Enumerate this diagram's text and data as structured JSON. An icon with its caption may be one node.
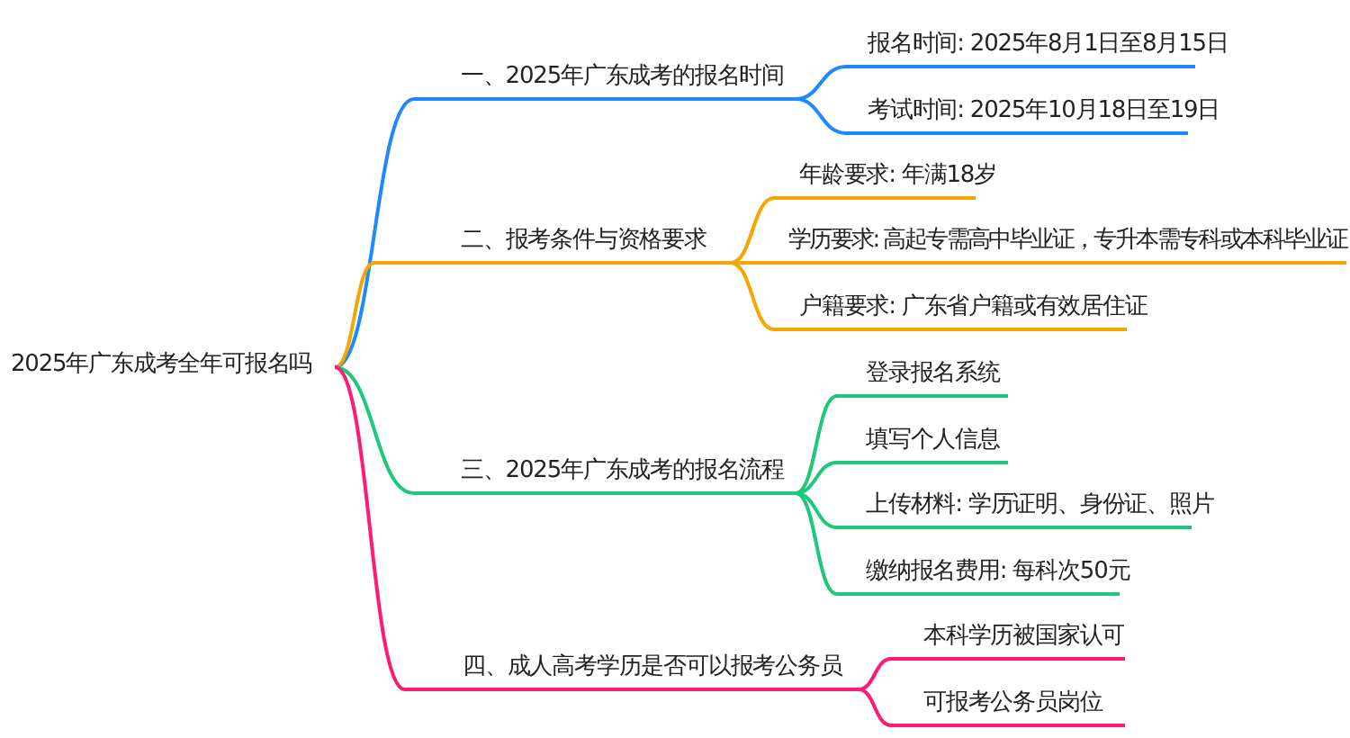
{
  "diagram": {
    "nodes": [
      {
        "text": [
          "2025年广东成考全年可报名吗"
        ]
      },
      {
        "text": [
          "一、2025年广东成考的报名时间"
        ]
      },
      {
        "text": [
          "报名时间: 2025年8月1日至8月15日"
        ]
      },
      {
        "text": [
          "考试时间: 2025年10月18日至19日"
        ]
      },
      {
        "text": [
          "二、报考条件与资格要求"
        ]
      },
      {
        "text": [
          "年龄要求: 年满18岁"
        ]
      },
      {
        "text": [
          "学历要求: 高起专需高中毕业证，专升本需专科或本科毕业证"
        ]
      },
      {
        "text": [
          "户籍要求: 广东省户籍或有效居住证"
        ]
      },
      {
        "text": [
          "三、2025年广东成考的报名流程"
        ]
      },
      {
        "text": [
          "登录报名系统"
        ]
      },
      {
        "text": [
          "填写个人信息"
        ]
      },
      {
        "text": [
          "上传材料: 学历证明、身份证、照片"
        ]
      },
      {
        "text": [
          "缴纳报名费用: 每科次50元"
        ]
      },
      {
        "text": [
          "四、成人高考学历是否可以报考公务员"
        ]
      },
      {
        "text": [
          "本科学历被国家认可"
        ]
      },
      {
        "text": [
          "可报考公务员岗位"
        ]
      }
    ],
    "edges": [
      {
        "from": 0,
        "to": 1,
        "arrow": "none",
        "color": "#1e88ff"
      },
      {
        "from": 1,
        "to": 2,
        "arrow": "none",
        "color": "#1e88ff"
      },
      {
        "from": 1,
        "to": 3,
        "arrow": "none",
        "color": "#1e88ff"
      },
      {
        "from": 0,
        "to": 4,
        "arrow": "none",
        "color": "#f5a700"
      },
      {
        "from": 4,
        "to": 5,
        "arrow": "none",
        "color": "#f5a700"
      },
      {
        "from": 4,
        "to": 6,
        "arrow": "none",
        "color": "#f5a700"
      },
      {
        "from": 4,
        "to": 7,
        "arrow": "none",
        "color": "#f5a700"
      },
      {
        "from": 0,
        "to": 8,
        "arrow": "none",
        "color": "#1ec87a"
      },
      {
        "from": 8,
        "to": 9,
        "arrow": "none",
        "color": "#1ec87a"
      },
      {
        "from": 8,
        "to": 10,
        "arrow": "none",
        "color": "#1ec87a"
      },
      {
        "from": 8,
        "to": 11,
        "arrow": "none",
        "color": "#1ec87a"
      },
      {
        "from": 8,
        "to": 12,
        "arrow": "none",
        "color": "#1ec87a"
      },
      {
        "from": 0,
        "to": 13,
        "arrow": "none",
        "color": "#ff1a75"
      },
      {
        "from": 13,
        "to": 14,
        "arrow": "none",
        "color": "#ff1a75"
      },
      {
        "from": 13,
        "to": 15,
        "arrow": "none",
        "color": "#ff1a75"
      }
    ]
  }
}
